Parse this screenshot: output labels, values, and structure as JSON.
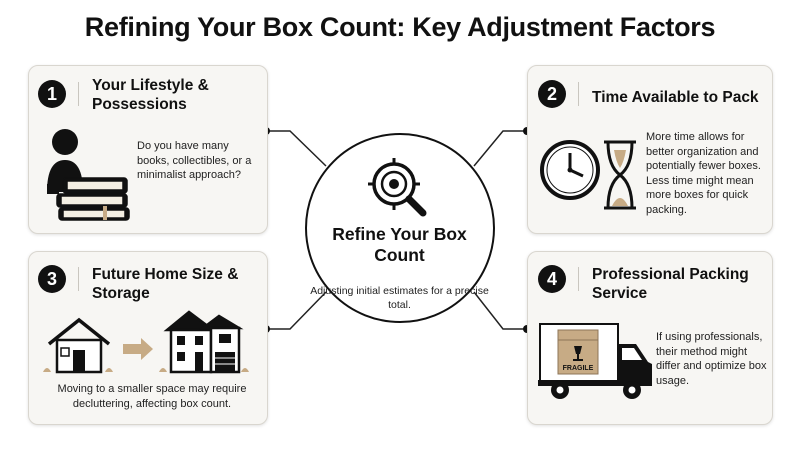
{
  "title": "Refining Your Box Count: Key Adjustment Factors",
  "hub": {
    "title": "Refine Your Box Count",
    "subtitle": "Adjusting initial estimates for a precise total.",
    "icon": "target-magnifier-icon"
  },
  "cards": [
    {
      "number": "1",
      "title": "Your Lifestyle & Possessions",
      "text": "Do you have many books, collectibles, or a minimalist approach?",
      "icon": "person-with-books-icon"
    },
    {
      "number": "2",
      "title": "Time Available to Pack",
      "text": "More time allows for better organization and potentially fewer boxes. Less time might mean more boxes for quick packing.",
      "icon": "clock-hourglass-icon"
    },
    {
      "number": "3",
      "title": "Future Home Size & Storage",
      "text": "Moving to a smaller space may require decluttering, affecting box count.",
      "icon": "house-arrow-house-icon"
    },
    {
      "number": "4",
      "title": "Professional Packing Service",
      "text": "If using professionals, their method might differ and optimize box usage.",
      "icon": "moving-truck-icon",
      "box_label": "FRAGILE"
    }
  ],
  "colors": {
    "card_bg": "#f7f6f3",
    "card_border": "#d9d6cf",
    "ink": "#111111",
    "box_tan": "#c7ab85"
  }
}
